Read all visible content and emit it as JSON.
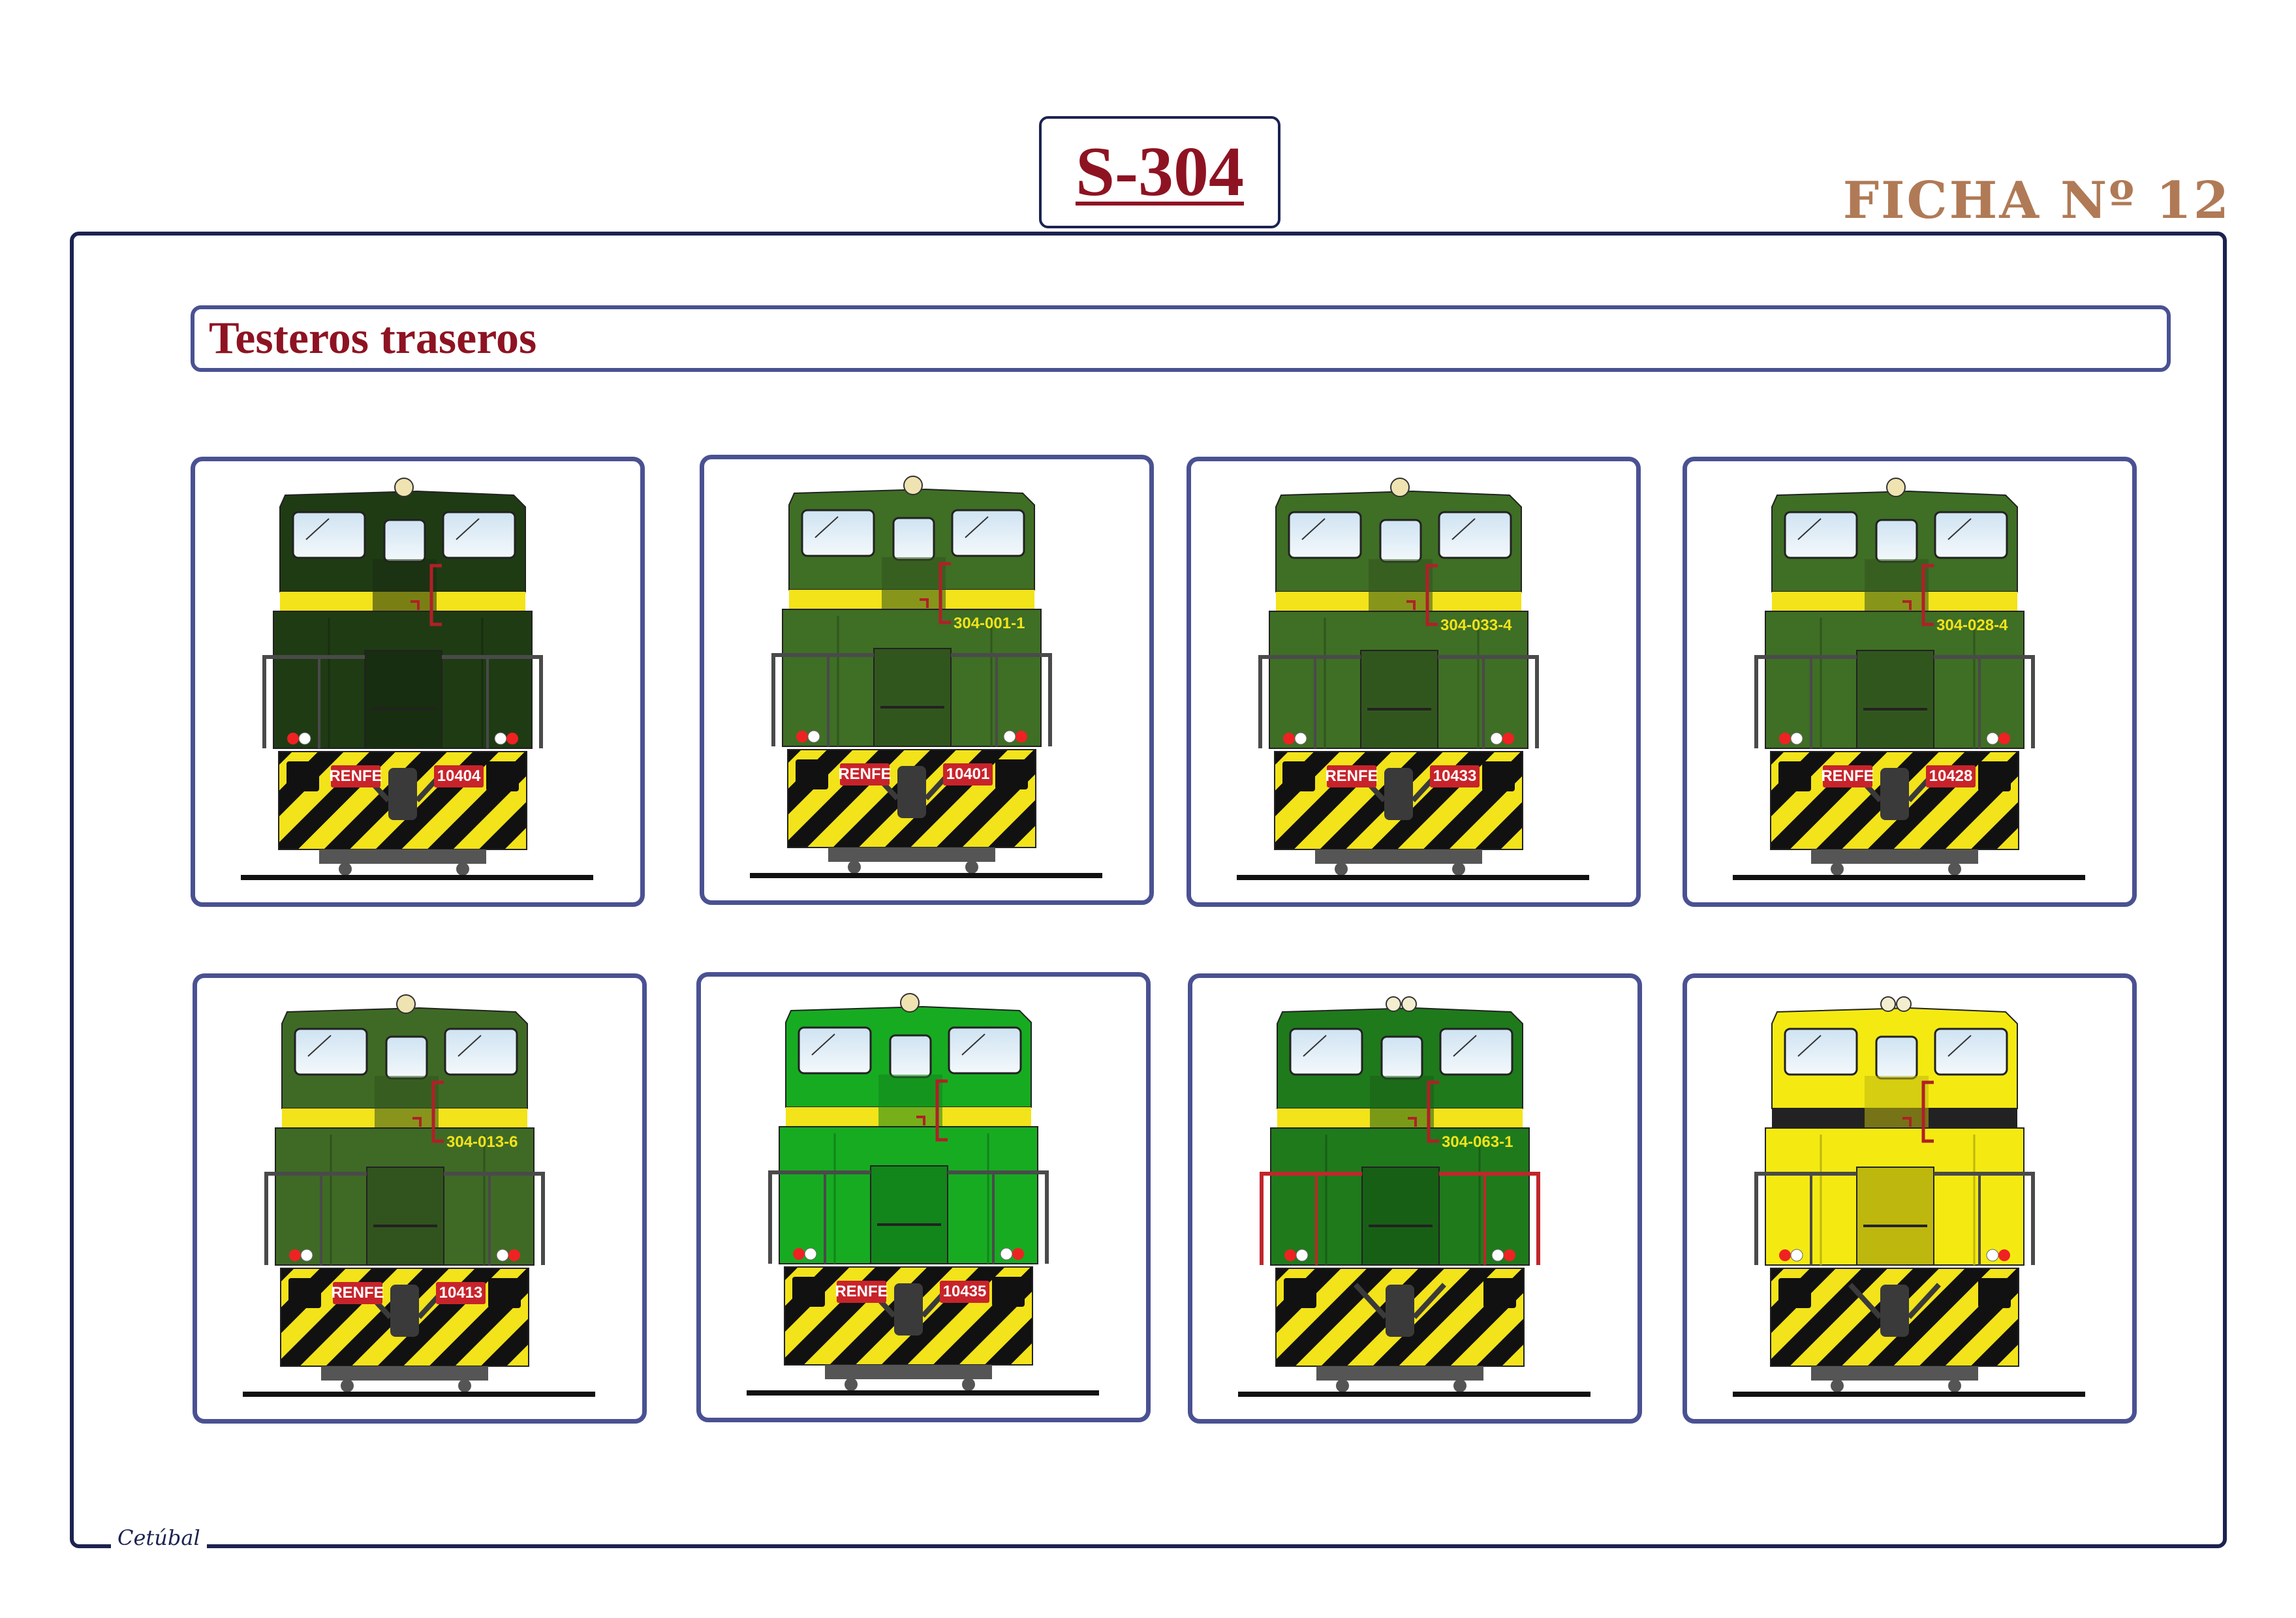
{
  "header": {
    "title": "S-304",
    "ficha": "FICHA Nº 12"
  },
  "section": {
    "title": "Testeros traseros"
  },
  "signature": "Cetúbal",
  "locomotives": [
    {
      "body": "#1f3b14",
      "stripe": "#f2e31a",
      "plate": "10404",
      "side": "",
      "renfe": "RENFE",
      "lamp": "single",
      "rails": "grey"
    },
    {
      "body": "#3f6e25",
      "stripe": "#f2e31a",
      "plate": "10401",
      "side": "304-001-1",
      "renfe": "RENFE",
      "lamp": "single",
      "rails": "grey"
    },
    {
      "body": "#3f6e25",
      "stripe": "#f2e31a",
      "plate": "10433",
      "side": "304-033-4",
      "renfe": "RENFE",
      "lamp": "single",
      "rails": "grey"
    },
    {
      "body": "#3f6e25",
      "stripe": "#f2e31a",
      "plate": "10428",
      "side": "304-028-4",
      "renfe": "RENFE",
      "lamp": "single",
      "rails": "grey"
    },
    {
      "body": "#3f6a25",
      "stripe": "#f2e31a",
      "plate": "10413",
      "side": "304-013-6",
      "renfe": "RENFE",
      "lamp": "single",
      "rails": "grey"
    },
    {
      "body": "#17ab22",
      "stripe": "#f2e31a",
      "plate": "10435",
      "side": "",
      "renfe": "RENFE",
      "lamp": "single",
      "rails": "grey"
    },
    {
      "body": "#1f7a1c",
      "stripe": "#f2e31a",
      "plate": "",
      "side": "304-063-1",
      "renfe": "",
      "lamp": "double",
      "rails": "red"
    },
    {
      "body": "#f4ea12",
      "stripe": "#222222",
      "plate": "",
      "side": "",
      "renfe": "",
      "lamp": "double",
      "rails": "grey"
    }
  ]
}
